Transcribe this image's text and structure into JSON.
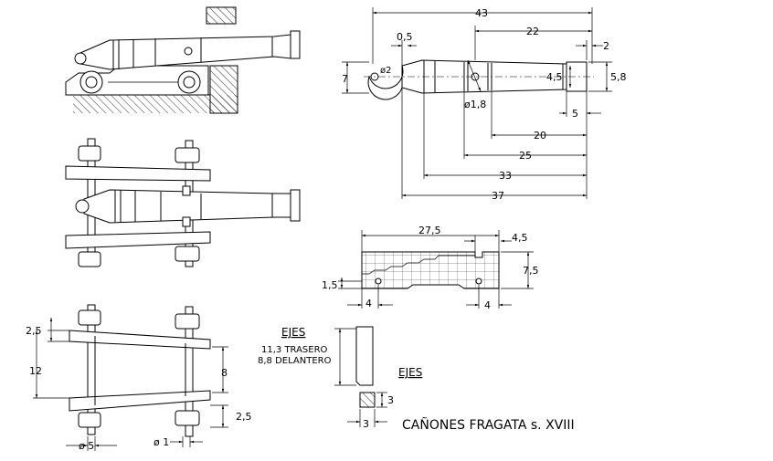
{
  "title": "CAÑONES FRAGATA s. XVIII",
  "barrel_dims": {
    "total_length": "43",
    "from_vent": "22",
    "trunnion_offset": "0,5",
    "muzzle_ring": "2",
    "cascabel_height": "7",
    "cascabel_dia": "ø2",
    "muzzle_inner": "4,5",
    "muzzle_outer": "5,8",
    "trunnion_dia": "ø1,8",
    "muzzle_len": "5",
    "d20": "20",
    "d25": "25",
    "d33": "33",
    "d37": "37"
  },
  "cheek_dims": {
    "length": "27,5",
    "front_step": "4,5",
    "height": "7,5",
    "axle_height": "1,5",
    "rear_axle": "4",
    "front_axle": "4"
  },
  "carriage_dims": {
    "gap": "2,5",
    "width": "12",
    "inner": "8",
    "wheel_thickness": "2,5",
    "axle_dia": "ø 5",
    "pin_dia": "ø 1"
  },
  "ejes_main": {
    "heading": "EJES",
    "rear": "11,3 TRASERO",
    "front": "8,8 DELANTERO"
  },
  "ejes_small": {
    "heading": "EJES",
    "side": "3",
    "bottom": "3"
  }
}
